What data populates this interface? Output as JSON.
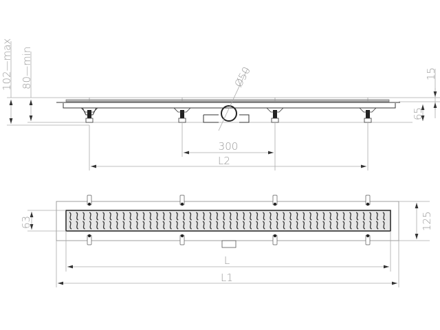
{
  "side_view": {
    "dim_total_height": "102—max",
    "dim_min_height": "80—min",
    "dim_pipe_diameter": "Ø50",
    "dim_grate_thickness": "15",
    "dim_body_height": "65",
    "dim_foot_spacing": "300",
    "dim_l2": "L2"
  },
  "plan_view": {
    "dim_grate_width": "63",
    "dim_frame_width": "125",
    "dim_l": "L",
    "dim_l1": "L1"
  },
  "colors": {
    "line": "#333333",
    "dimension": "#9a9a9a"
  }
}
